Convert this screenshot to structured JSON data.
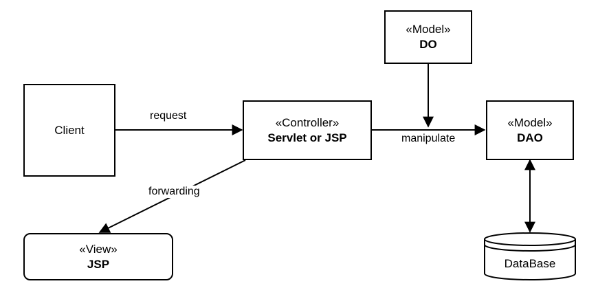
{
  "nodes": {
    "client": {
      "text": "Client"
    },
    "controller": {
      "stereotype": "«Controller»",
      "name": "Servlet or JSP"
    },
    "model_do": {
      "stereotype": "«Model»",
      "name": "DO"
    },
    "model_dao": {
      "stereotype": "«Model»",
      "name": "DAO"
    },
    "view": {
      "stereotype": "«View»",
      "name": "JSP"
    },
    "database": {
      "text": "DataBase"
    }
  },
  "edges": {
    "request": "request",
    "manipulate": "manipulate",
    "forwarding": "forwarding"
  }
}
